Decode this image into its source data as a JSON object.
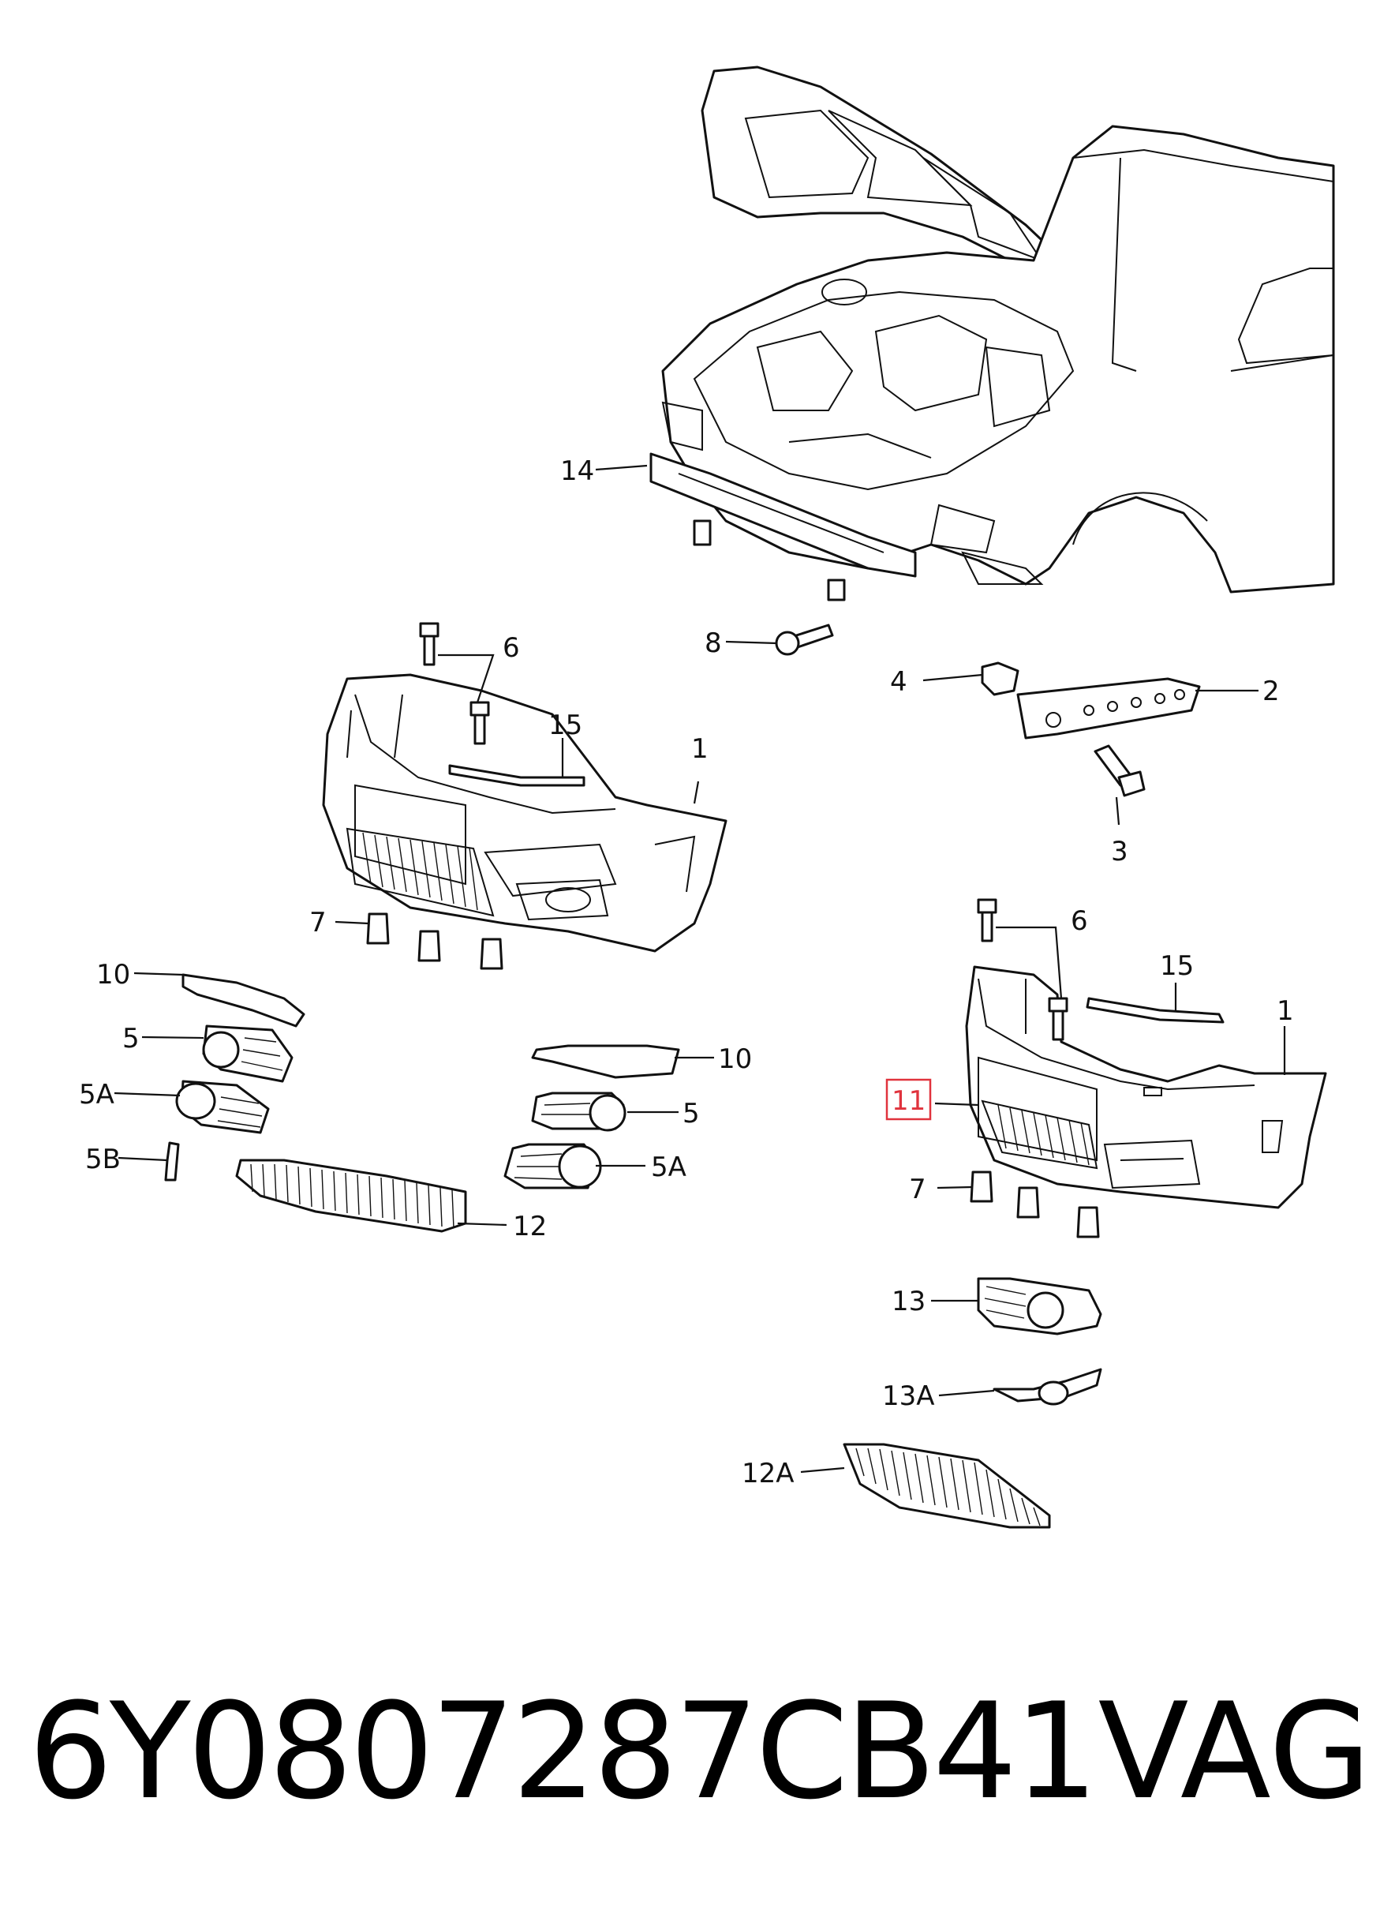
{
  "callouts": {
    "c14": "14",
    "c8": "8",
    "c4": "4",
    "c2": "2",
    "c3": "3",
    "c6_left": "6",
    "c15_left": "15",
    "c1_left": "1",
    "c7_left": "7",
    "c10_left": "10",
    "c5_left": "5",
    "c5a_left": "5A",
    "c5b_left": "5B",
    "c10_mid": "10",
    "c5_mid": "5",
    "c5a_mid": "5A",
    "c12": "12",
    "c6_right": "6",
    "c15_right": "15",
    "c1_right": "1",
    "c11": "11",
    "c7_right": "7",
    "c13": "13",
    "c13a": "13A",
    "c12a": "12A"
  },
  "highlight_color": "#e0333d",
  "footer": {
    "part_number": "6Y0807287CB41",
    "brand": "VAG"
  }
}
